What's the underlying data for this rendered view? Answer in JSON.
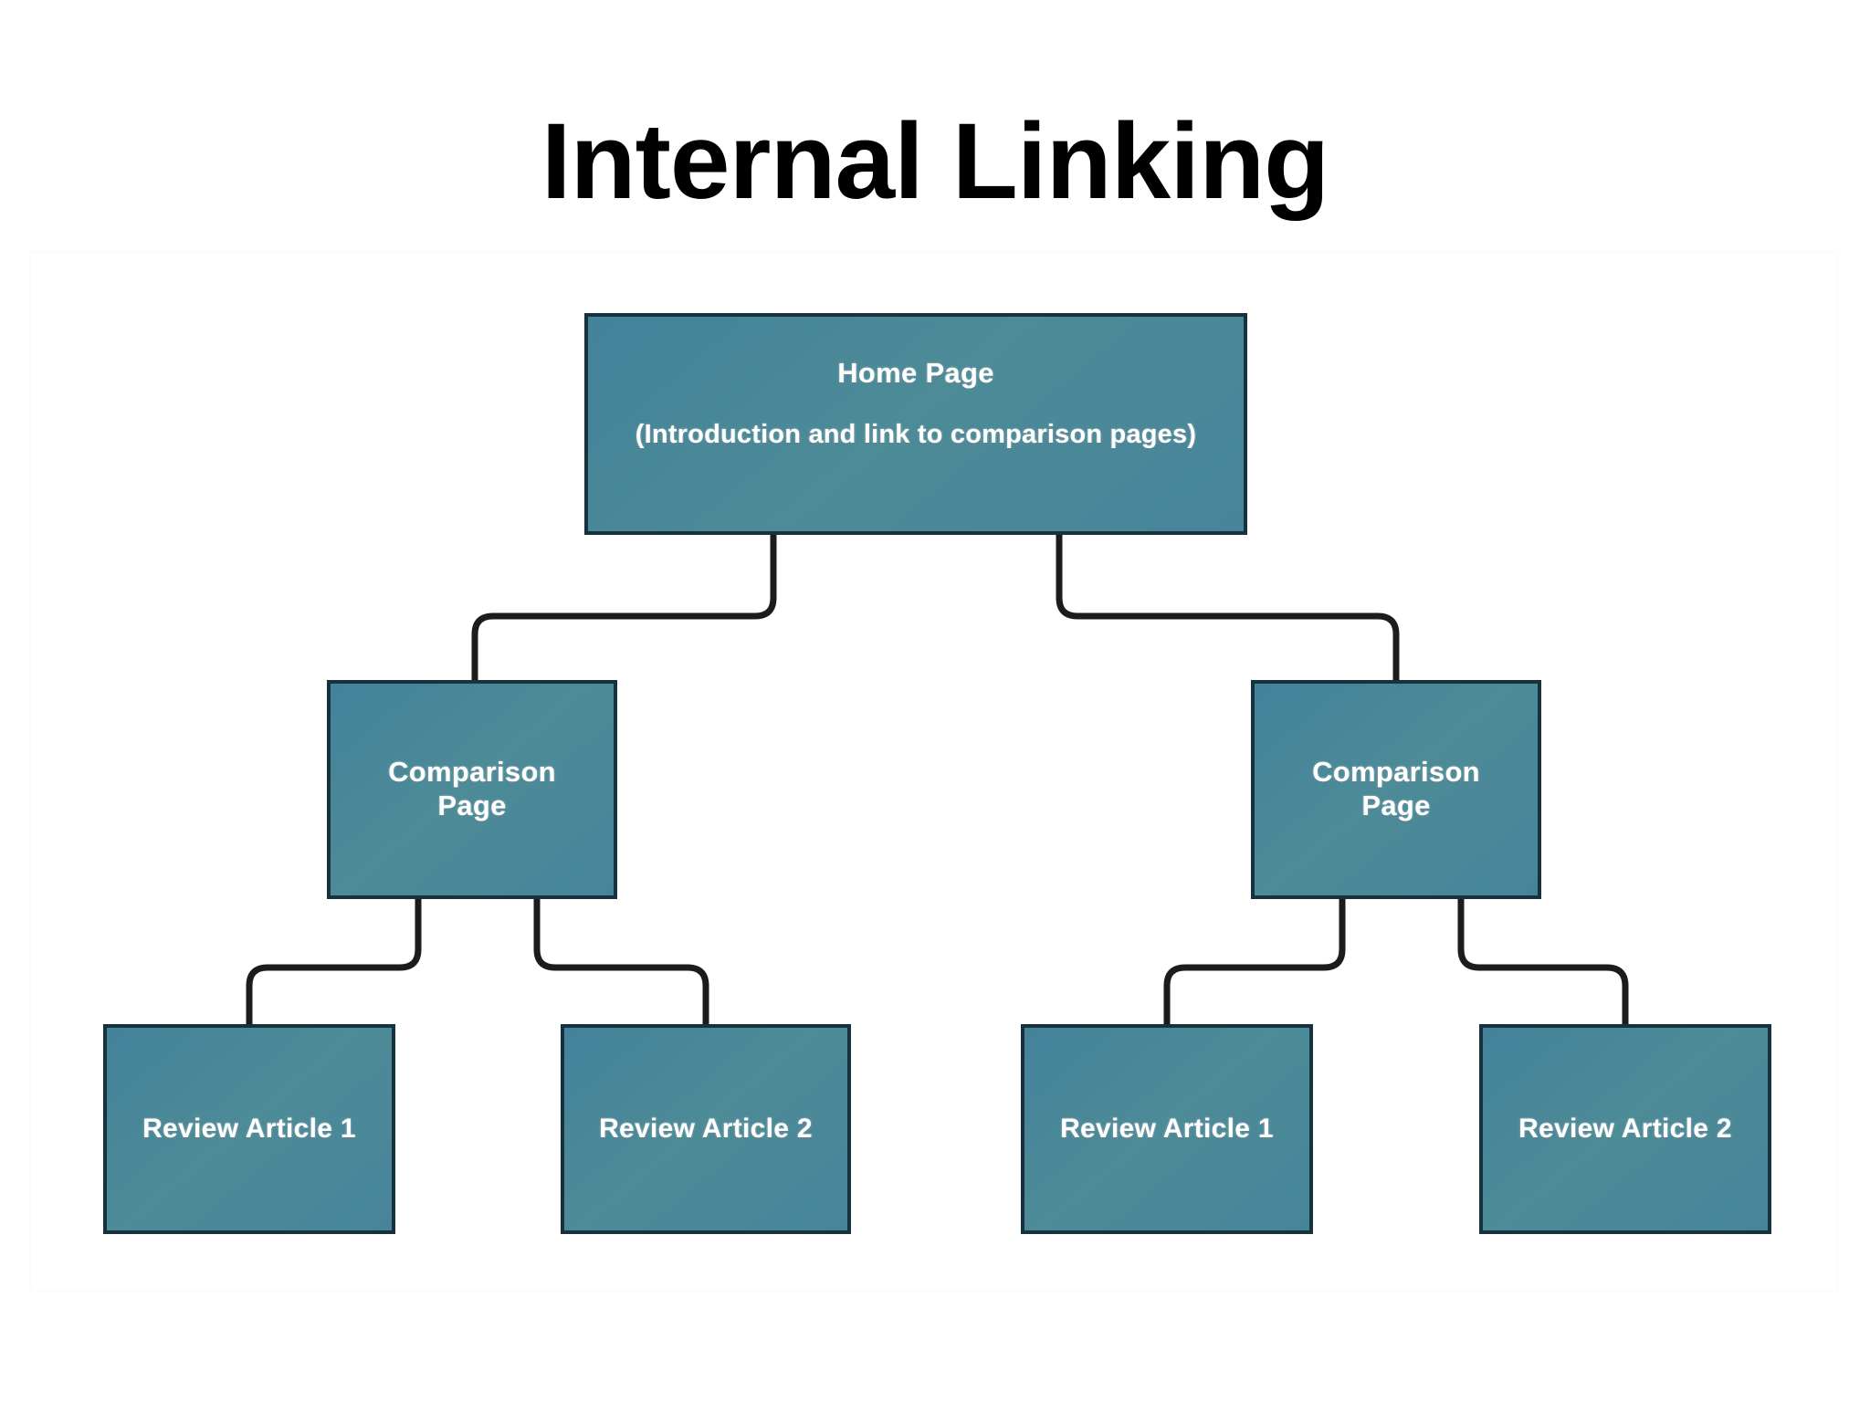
{
  "page": {
    "title": "Internal Linking",
    "background_color": "#ffffff",
    "node_fill_color": "#47849a",
    "node_border_color": "#16323f",
    "node_text_color": "#ffffff",
    "connector_color": "#1c1c1c"
  },
  "diagram": {
    "type": "tree",
    "root": {
      "name": "home-page",
      "title": "Home Page",
      "subtitle": "(Introduction and link to comparison pages)"
    },
    "level_two": [
      {
        "name": "comparison-page-left",
        "line1": "Comparison",
        "line2": "Page"
      },
      {
        "name": "comparison-page-right",
        "line1": "Comparison",
        "line2": "Page"
      }
    ],
    "level_three": [
      {
        "name": "review-article-1-left",
        "title": "Review Article 1"
      },
      {
        "name": "review-article-2-left",
        "title": "Review Article 2"
      },
      {
        "name": "review-article-1-right",
        "title": "Review Article 1"
      },
      {
        "name": "review-article-2-right",
        "title": "Review Article 2"
      }
    ],
    "connectors": [
      {
        "from": "home-page",
        "to": "comparison-page-left"
      },
      {
        "from": "home-page",
        "to": "comparison-page-right"
      },
      {
        "from": "comparison-page-left",
        "to": "review-article-1-left"
      },
      {
        "from": "comparison-page-left",
        "to": "review-article-2-left"
      },
      {
        "from": "comparison-page-right",
        "to": "review-article-1-right"
      },
      {
        "from": "comparison-page-right",
        "to": "review-article-2-right"
      }
    ]
  }
}
